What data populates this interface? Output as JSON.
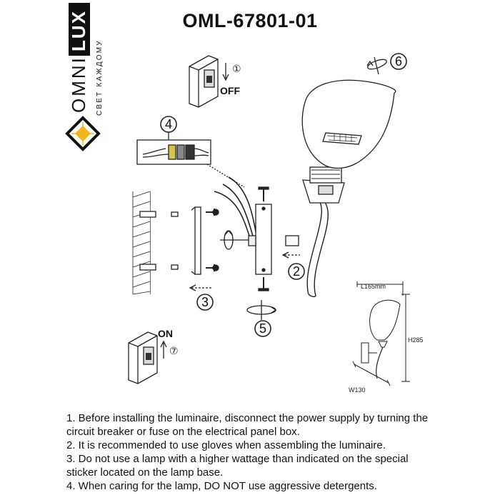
{
  "brand": {
    "name_left": "OMNI",
    "name_right": "LUX",
    "tagline": "СВЕТ КАЖДОМУ",
    "accent": "#f2b51a"
  },
  "title": "OML-67801-01",
  "labels": {
    "step1_marker": "①",
    "step7_marker": "⑦",
    "off": "OFF",
    "on": "ON",
    "callout_2": "2",
    "callout_3": "3",
    "callout_4": "4",
    "callout_5": "5",
    "callout_6": "6"
  },
  "dimensions": {
    "length": "L165mm",
    "height": "H285",
    "width": "W130"
  },
  "instructions": [
    "1. Before installing the luminaire, disconnect the power supply by turning the circuit breaker or fuse on the electrical panel box.",
    "2. It is recommended to use gloves when assembling the luminaire.",
    "3. Do not use a lamp with a higher wattage than indicated on the special sticker located on the lamp base.",
    "4. When caring for the lamp, DO NOT use aggressive detergents."
  ]
}
